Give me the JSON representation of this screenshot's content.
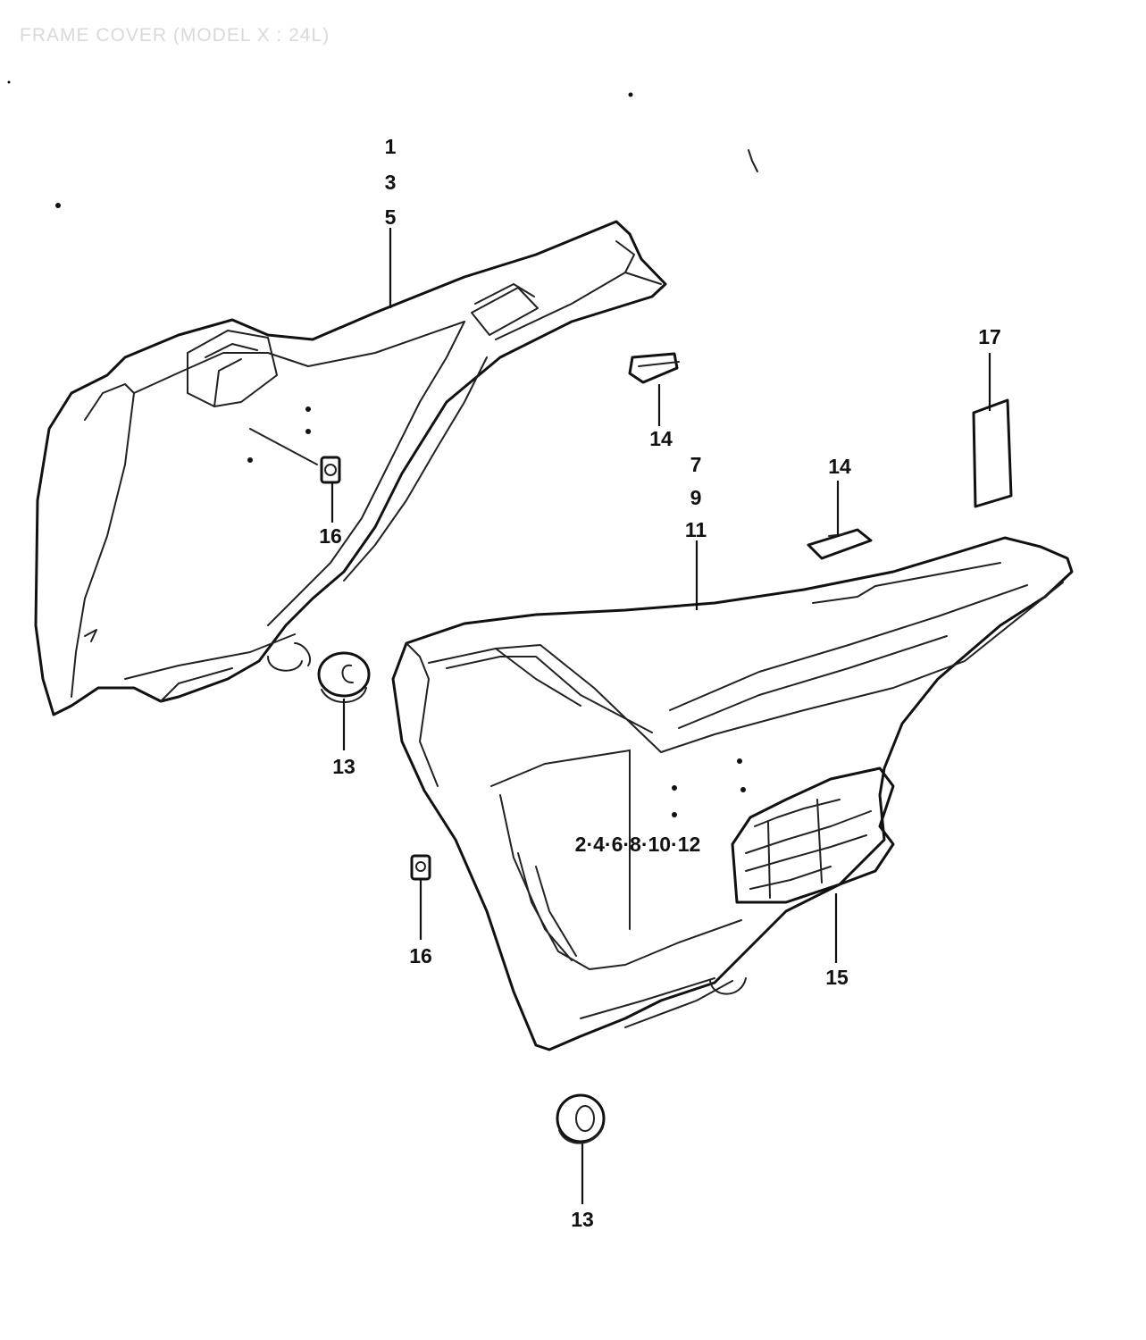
{
  "title": "FRAME COVER (MODEL X : 24L)",
  "callouts": {
    "c1": "1",
    "c3": "3",
    "c5": "5",
    "c7": "7",
    "c9": "9",
    "c11": "11",
    "c13a": "13",
    "c13b": "13",
    "c14a": "14",
    "c14b": "14",
    "c15": "15",
    "c16a": "16",
    "c16b": "16",
    "c17": "17",
    "c_right_group": "2·4·6·8·10·12"
  }
}
